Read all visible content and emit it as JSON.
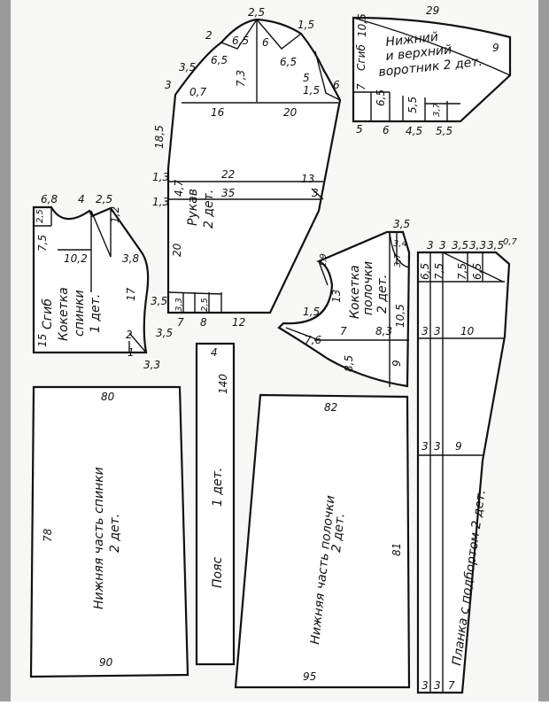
{
  "pieces": {
    "collar": {
      "label": [
        "Нижний",
        "и верхний",
        "воротник 2 дет."
      ],
      "fold": "Сгиб",
      "dims": [
        "29",
        "10,5",
        "9",
        "7",
        "6,5",
        "5,5",
        "3,7",
        "5",
        "6",
        "4,5",
        "5,5"
      ]
    },
    "sleeve": {
      "label": [
        "Рукав",
        "2 дет."
      ],
      "dims": [
        "2,5",
        "2",
        "6,5",
        "6",
        "1,5",
        "3,5",
        "6,5",
        "6,5",
        "3",
        "0,7",
        "7,3",
        "5",
        "1,5",
        "6",
        "16",
        "20",
        "18,5",
        "1,3",
        "22",
        "13",
        "1,3",
        "4,7",
        "35",
        "3",
        "20",
        "3,5",
        "3,3",
        "2,5",
        "7",
        "8",
        "12"
      ]
    },
    "back_yoke": {
      "label": [
        "Кокетка",
        "спинки",
        "1 дет."
      ],
      "fold": "Сгиб",
      "dims": [
        "6,8",
        "4",
        "2,5",
        "2,5",
        "1,2",
        "7,5",
        "10,2",
        "3,8",
        "17",
        "15",
        "2",
        "3,5",
        "1",
        "3,3"
      ]
    },
    "front_yoke": {
      "label": [
        "Кокетка",
        "полочки",
        "2 дет."
      ],
      "dims": [
        "3,5",
        "3,4",
        "1,9",
        "3,7",
        "13",
        "1,5",
        "7",
        "8,3",
        "10,5",
        "7,6",
        "8,5",
        "9"
      ]
    },
    "placket": {
      "label": "Планка с подбортом 2 дет.",
      "dims": [
        "3",
        "3",
        "3,5",
        "3,3",
        "3,5",
        "0,7",
        "6,5",
        "7,5",
        "7,5",
        "6,5",
        "3",
        "3",
        "10",
        "3",
        "3",
        "9",
        "3",
        "3",
        "7"
      ]
    },
    "belt": {
      "label": [
        "Пояс",
        "1 дет."
      ],
      "dims": [
        "4",
        "140"
      ]
    },
    "lower_back": {
      "label": [
        "Нижняя часть спинки",
        "2 дет."
      ],
      "dims": [
        "80",
        "78",
        "90"
      ]
    },
    "lower_front": {
      "label": [
        "Нижняя часть полочки",
        "2 дет."
      ],
      "dims": [
        "82",
        "81",
        "95"
      ]
    }
  }
}
